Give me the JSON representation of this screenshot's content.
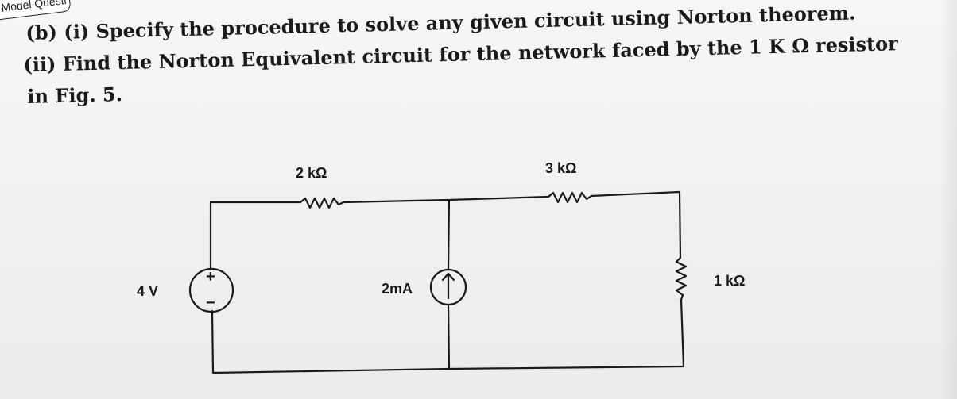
{
  "header": {
    "tab_text": "Model Questi"
  },
  "question": {
    "line1": "(b) (i) Specify the procedure to solve any given circuit using Norton theorem.",
    "line2": "(ii) Find the Norton Equivalent circuit for the network faced by the 1 K Ω resistor",
    "line3": "in Fig. 5."
  },
  "circuit": {
    "r1_label": "2 kΩ",
    "r2_label": "3 kΩ",
    "r3_label": "1 kΩ",
    "source_voltage_label": "4 V",
    "source_current_label": "2mA",
    "plus_sign": "+",
    "minus_sign": "−"
  }
}
